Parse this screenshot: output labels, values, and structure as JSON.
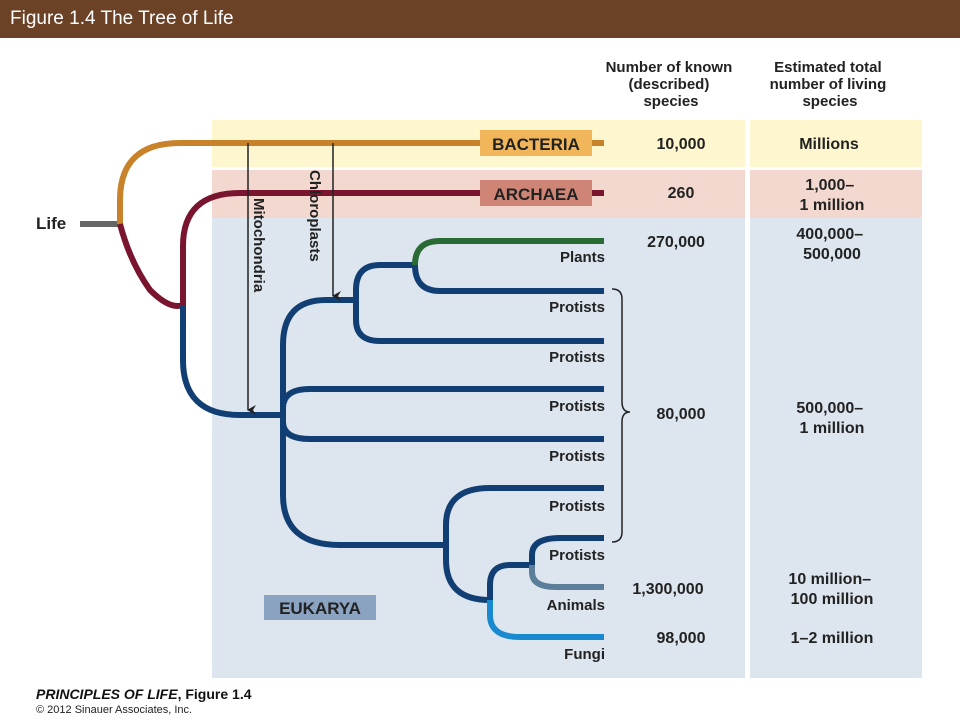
{
  "header": {
    "title": "Figure 1.4 The Tree of Life"
  },
  "columns": {
    "known": [
      "Number of known",
      "(described)",
      "species"
    ],
    "estimated": [
      "Estimated total",
      "number of living",
      "species"
    ]
  },
  "root_label": "Life",
  "domains": {
    "bacteria": {
      "label": "BACTERIA",
      "known": "10,000",
      "estimated": [
        "Millions"
      ]
    },
    "archaea": {
      "label": "ARCHAEA",
      "known": "260",
      "estimated": [
        "1,000–",
        "1 million"
      ]
    },
    "eukarya": {
      "label": "EUKARYA"
    }
  },
  "events": {
    "mitochondria": "Mitochondria",
    "chloroplasts": "Chloroplasts"
  },
  "groups": {
    "plants": {
      "label": "Plants",
      "known": "270,000",
      "estimated": [
        "400,000–",
        "500,000"
      ]
    },
    "protists": {
      "labels": [
        "Protists",
        "Protists",
        "Protists",
        "Protists",
        "Protists",
        "Protists"
      ],
      "known": "80,000",
      "estimated": [
        "500,000–",
        "1 million"
      ]
    },
    "animals": {
      "label": "Animals",
      "known": "1,300,000",
      "estimated": [
        "10 million–",
        "100 million"
      ]
    },
    "fungi": {
      "label": "Fungi",
      "known": "98,000",
      "estimated": [
        "1–2 million"
      ]
    }
  },
  "colors": {
    "bacteria_branch": "#c8822a",
    "archaea_branch": "#7a1530",
    "eukarya_branch": "#123f73",
    "plants_branch": "#2a6a34",
    "animals_branch": "#5b7f9a",
    "fungi_branch": "#1a8ad0",
    "bacteria_bg": "#fdf6cf",
    "archaea_bg": "#f3d8cf",
    "eukarya_bg": "#dde5ef",
    "bacteria_label_bg": "#f0b659",
    "archaea_label_bg": "#cf8576",
    "eukarya_label_bg": "#8aa3c0",
    "title_bar": "#6b4226"
  },
  "footer": {
    "title": "PRINCIPLES OF LIFE",
    "figure": ", Figure 1.4",
    "copyright": "© 2012 Sinauer Associates, Inc."
  }
}
